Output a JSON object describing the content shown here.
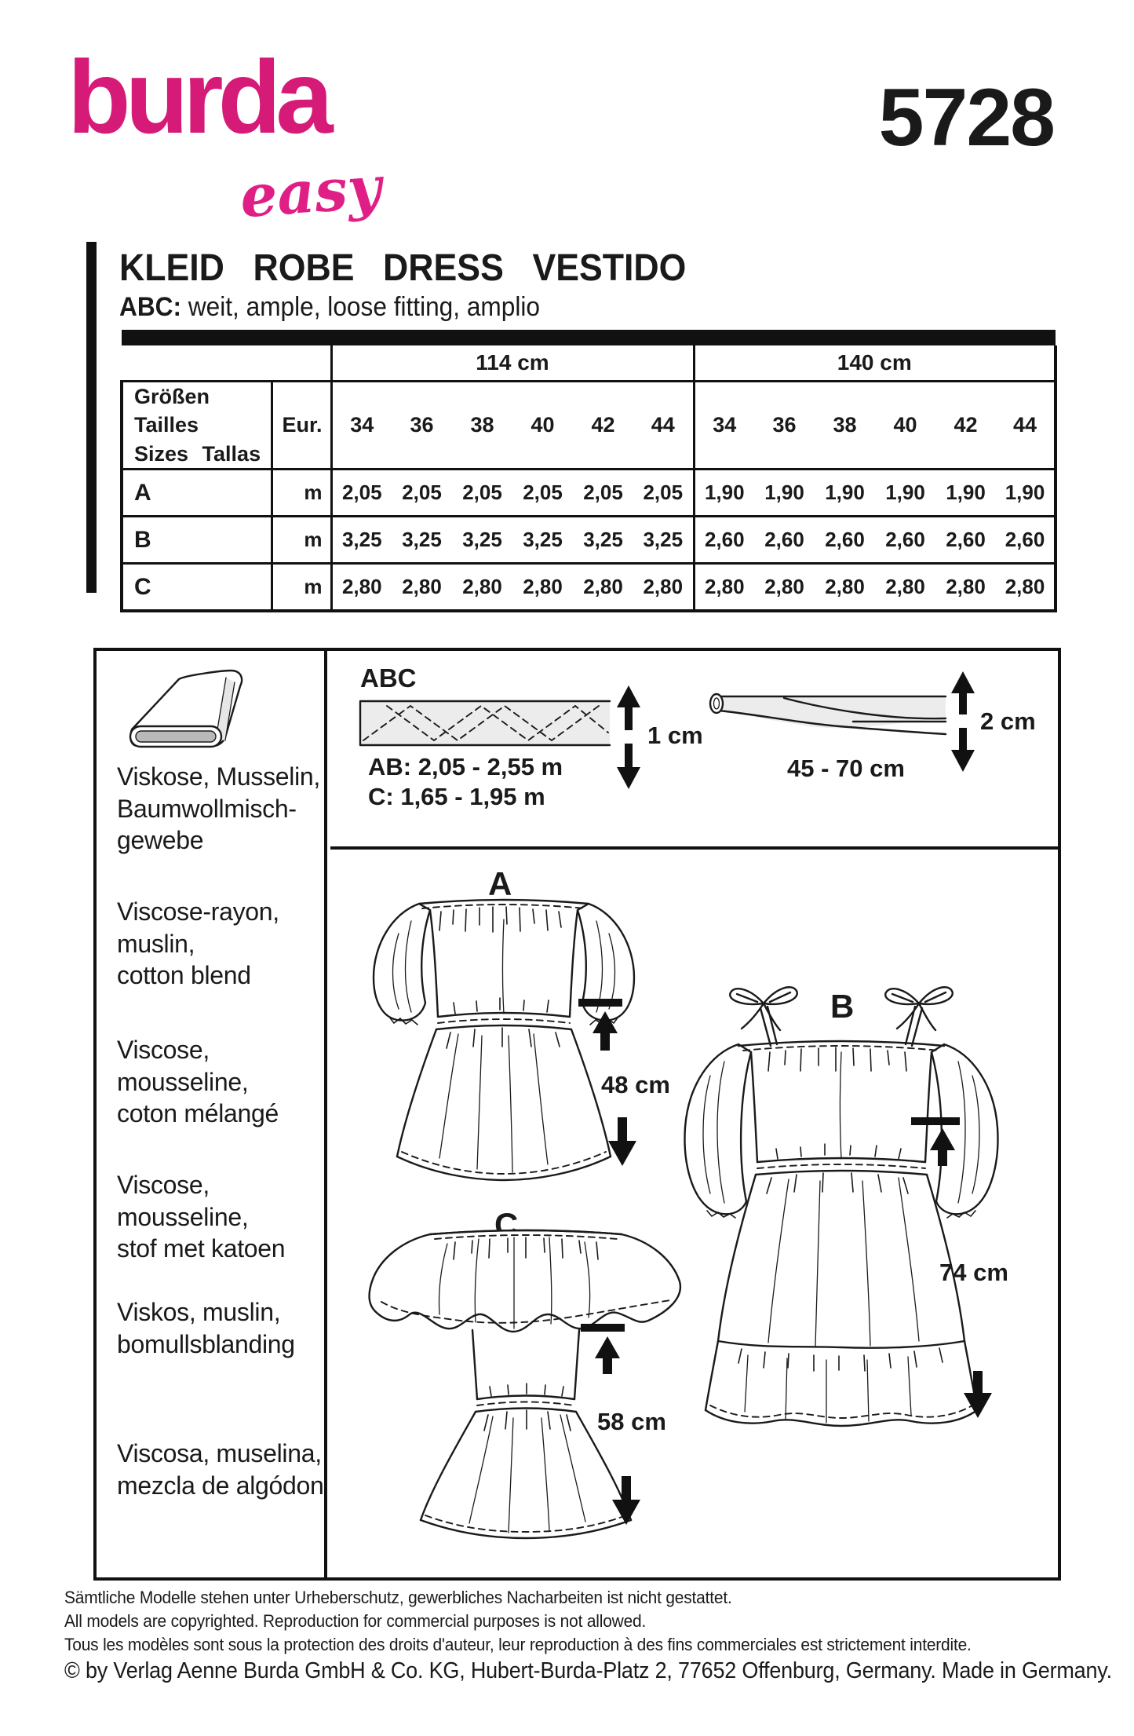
{
  "page": {
    "background": "#ffffff",
    "ink": "#1a1a1a"
  },
  "brand": {
    "logo_main": "burda",
    "logo_sub": "easy",
    "color": "#d61a78",
    "pattern_number": "5728"
  },
  "header": {
    "title": "KLEID ROBE DRESS VESTIDO",
    "subtitle_bold": "ABC:",
    "subtitle_rest": " weit, ample, loose fitting, amplio"
  },
  "size_table": {
    "width_headers": [
      "114 cm",
      "140 cm"
    ],
    "row_header": "Größen  Tailles\nSizes  Tallas",
    "eur_label": "Eur.",
    "sizes": [
      "34",
      "36",
      "38",
      "40",
      "42",
      "44",
      "34",
      "36",
      "38",
      "40",
      "42",
      "44"
    ],
    "rows": [
      {
        "label": "A",
        "unit": "m",
        "values": [
          "2,05",
          "2,05",
          "2,05",
          "2,05",
          "2,05",
          "2,05",
          "1,90",
          "1,90",
          "1,90",
          "1,90",
          "1,90",
          "1,90"
        ]
      },
      {
        "label": "B",
        "unit": "m",
        "values": [
          "3,25",
          "3,25",
          "3,25",
          "3,25",
          "3,25",
          "3,25",
          "2,60",
          "2,60",
          "2,60",
          "2,60",
          "2,60",
          "2,60"
        ]
      },
      {
        "label": "C",
        "unit": "m",
        "values": [
          "2,80",
          "2,80",
          "2,80",
          "2,80",
          "2,80",
          "2,80",
          "2,80",
          "2,80",
          "2,80",
          "2,80",
          "2,80",
          "2,80"
        ]
      }
    ]
  },
  "materials": {
    "entries": [
      "Viskose, Musselin,\nBaumwollmisch-\ngewebe",
      "Viscose-rayon, muslin,\ncotton blend",
      "Viscose, mousseline,\ncoton mélangé",
      "Viscose, mousseline,\nstof met katoen",
      "Viskos, muslin,\nbomullsblanding",
      "Viscosa, muselina,\nmezcla de algódon"
    ]
  },
  "notions": {
    "group_label": "ABC",
    "elastic_width": "1 cm",
    "elastic_length_ab": "AB: 2,05 - 2,55 m",
    "elastic_length_c": "C: 1,65 - 1,95 m",
    "ribbon_width": "2 cm",
    "ribbon_length": "45 - 70 cm"
  },
  "views": [
    {
      "label": "A",
      "length": "48 cm"
    },
    {
      "label": "B",
      "length": "74 cm"
    },
    {
      "label": "C",
      "length": "58 cm"
    }
  ],
  "footer": {
    "line_de": "Sämtliche Modelle stehen unter Urheberschutz, gewerbliches Nacharbeiten ist nicht gestattet.",
    "line_en": "All models are copyrighted. Reproduction for commercial purposes is not allowed.",
    "line_fr": "Tous les modèles sont sous la protection des droits d'auteur, leur reproduction à des fins commerciales est strictement interdite.",
    "line_copyright": "© by Verlag Aenne Burda GmbH & Co. KG, Hubert-Burda-Platz 2, 77652 Offenburg, Germany. Made in Germany."
  }
}
